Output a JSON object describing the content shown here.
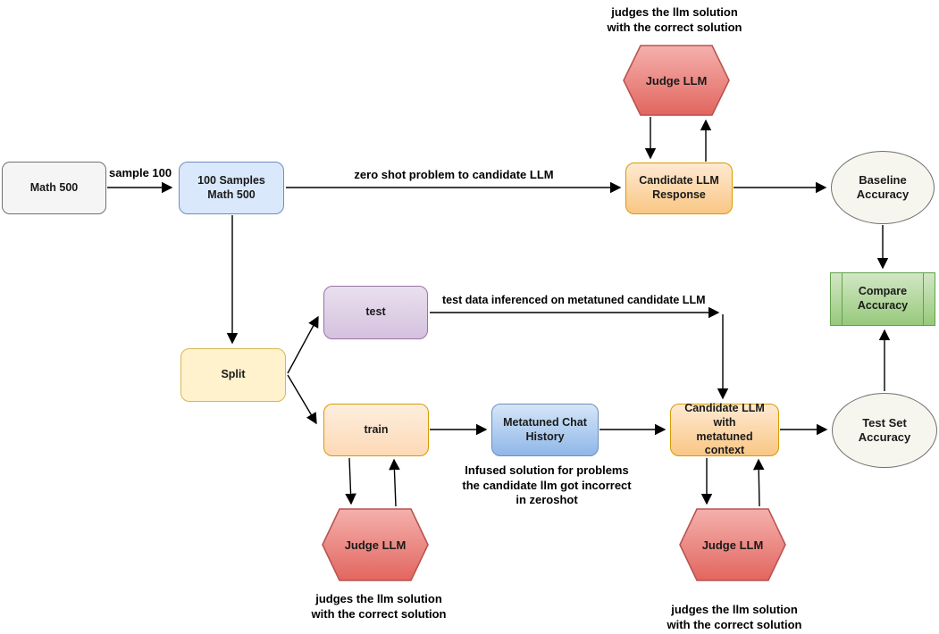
{
  "diagram": {
    "title": "LLM metatuning evaluation flowchart",
    "nodes": {
      "math500": {
        "label": "Math 500"
      },
      "samples": {
        "label": "100 Samples\nMath 500"
      },
      "candidate_response": {
        "label": "Candidate LLM\nResponse"
      },
      "judge_top": {
        "label": "Judge LLM"
      },
      "baseline_accuracy": {
        "label": "Baseline Accuracy"
      },
      "compare_accuracy": {
        "label": "Compare\nAccuracy"
      },
      "split": {
        "label": "Split"
      },
      "test": {
        "label": "test"
      },
      "train": {
        "label": "train"
      },
      "metatuned_chat": {
        "label": "Metatuned Chat\nHistory"
      },
      "candidate_metatuned": {
        "label": "Candidate LLM with\nmetatuned context"
      },
      "judge_train": {
        "label": "Judge LLM"
      },
      "judge_metatuned": {
        "label": "Judge LLM"
      },
      "test_set_accuracy": {
        "label": "Test Set Accuracy"
      }
    },
    "edge_labels": {
      "sample_100": "sample 100",
      "zero_shot": "zero shot problem to candidate LLM",
      "test_data": "test data inferenced on metatuned candidate LLM"
    },
    "captions": {
      "judge_top_note": "judges the llm solution\nwith the correct solution",
      "judge_train_note": "judges the llm solution\nwith the correct solution",
      "judge_metatuned_note": "judges the llm solution\nwith the correct solution",
      "infused_note": "Infused solution for problems\nthe candidate llm got incorrect\nin zeroshot"
    },
    "colors": {
      "dataset_gray": "#f5f5f5",
      "sample_blue": "#dae8fc",
      "blue_border": "#6c8ebf",
      "candidate_orange_top": "#ffe9d2",
      "candidate_orange_bottom": "#f9c784",
      "train_peach_top": "#fdeede",
      "train_peach_bottom": "#fdd9b6",
      "orange_border": "#d79b00",
      "split_yellow": "#fff2cc",
      "yellow_border": "#d6b656",
      "test_purple_top": "#e9e0ee",
      "test_purple_bottom": "#d5c1de",
      "purple_border": "#9673a6",
      "chat_blue_top": "#d6e6f8",
      "chat_blue_bottom": "#8fb7e8",
      "judge_red_top": "#f5b0ad",
      "judge_red_bottom": "#e2665f",
      "red_border": "#b85450",
      "accuracy_cream": "#f7f6ee",
      "gray_border": "#707070",
      "compare_green_top": "#d2e7c4",
      "compare_green_bottom": "#97c97c",
      "green_border": "#63a24b",
      "arrow_color": "#000000"
    }
  }
}
